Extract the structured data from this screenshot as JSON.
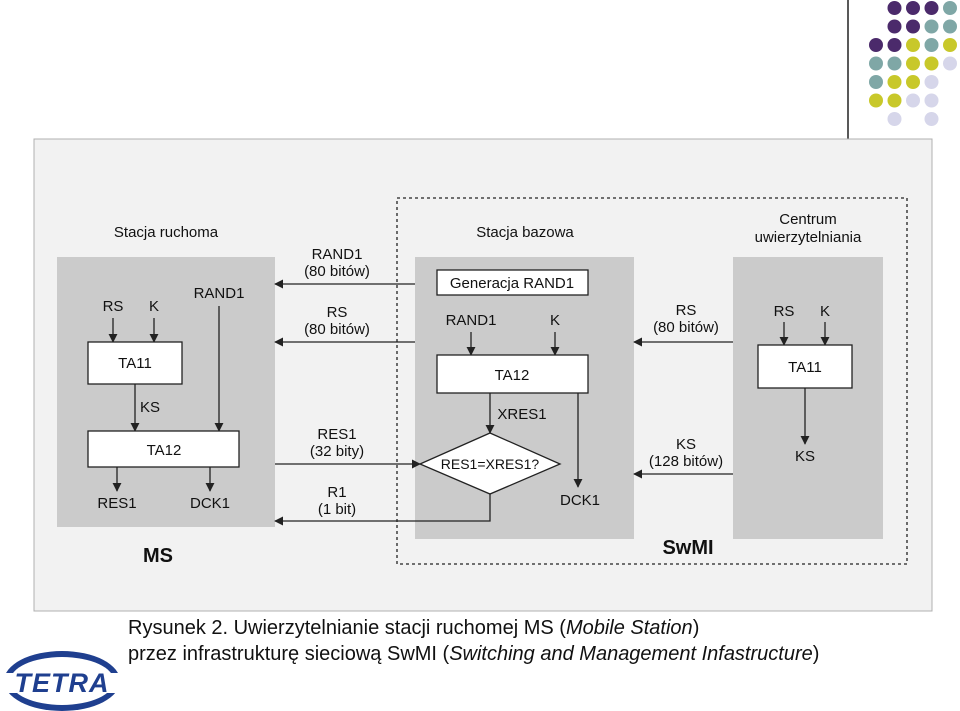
{
  "colors": {
    "purple": "#4b2a6b",
    "teal": "#7fa7a6",
    "olive": "#c8c82a",
    "lavender": "#d6d6ea",
    "panel": "#cbcbcb",
    "figure_bg": "#f2f2f2"
  },
  "diagram": {
    "ms": {
      "title": "Stacja ruchoma",
      "label": "MS",
      "rs": "RS",
      "k": "K",
      "rand1": "RAND1",
      "ta11": "TA11",
      "ks": "KS",
      "ta12": "TA12",
      "res1": "RES1",
      "dck1": "DCK1"
    },
    "bs": {
      "title": "Stacja bazowa",
      "gen": "Generacja RAND1",
      "rand1": "RAND1",
      "k": "K",
      "ta12": "TA12",
      "xres1": "XRES1",
      "compare": "RES1=XRES1?",
      "dck1": "DCK1"
    },
    "auc": {
      "title_line1": "Centrum",
      "title_line2": "uwierzytelniania",
      "rs": "RS",
      "k": "K",
      "ta11": "TA11",
      "ks": "KS"
    },
    "swmi": "SwMI",
    "messages": {
      "rand1": "RAND1",
      "rand1_bits": "(80 bitów)",
      "rs": "RS",
      "rs_bits": "(80 bitów)",
      "res1": "RES1",
      "res1_bits": "(32 bity)",
      "r1": "R1",
      "r1_bits": "(1 bit)",
      "rs_auc": "RS",
      "rs_auc_bits": "(80 bitów)",
      "ks_auc": "KS",
      "ks_auc_bits": "(128 bitów)"
    }
  },
  "caption": {
    "line1_prefix": "Rysunek 2. Uwierzytelnianie stacji ruchomej MS (",
    "line1_italic": "Mobile Station",
    "line1_suffix": ")",
    "line2_prefix": "przez infrastrukturę sieciową SwMI (",
    "line2_italic": "Switching and Management Infastructure",
    "line2_suffix": ")"
  },
  "logo": {
    "text": "TETRA"
  }
}
